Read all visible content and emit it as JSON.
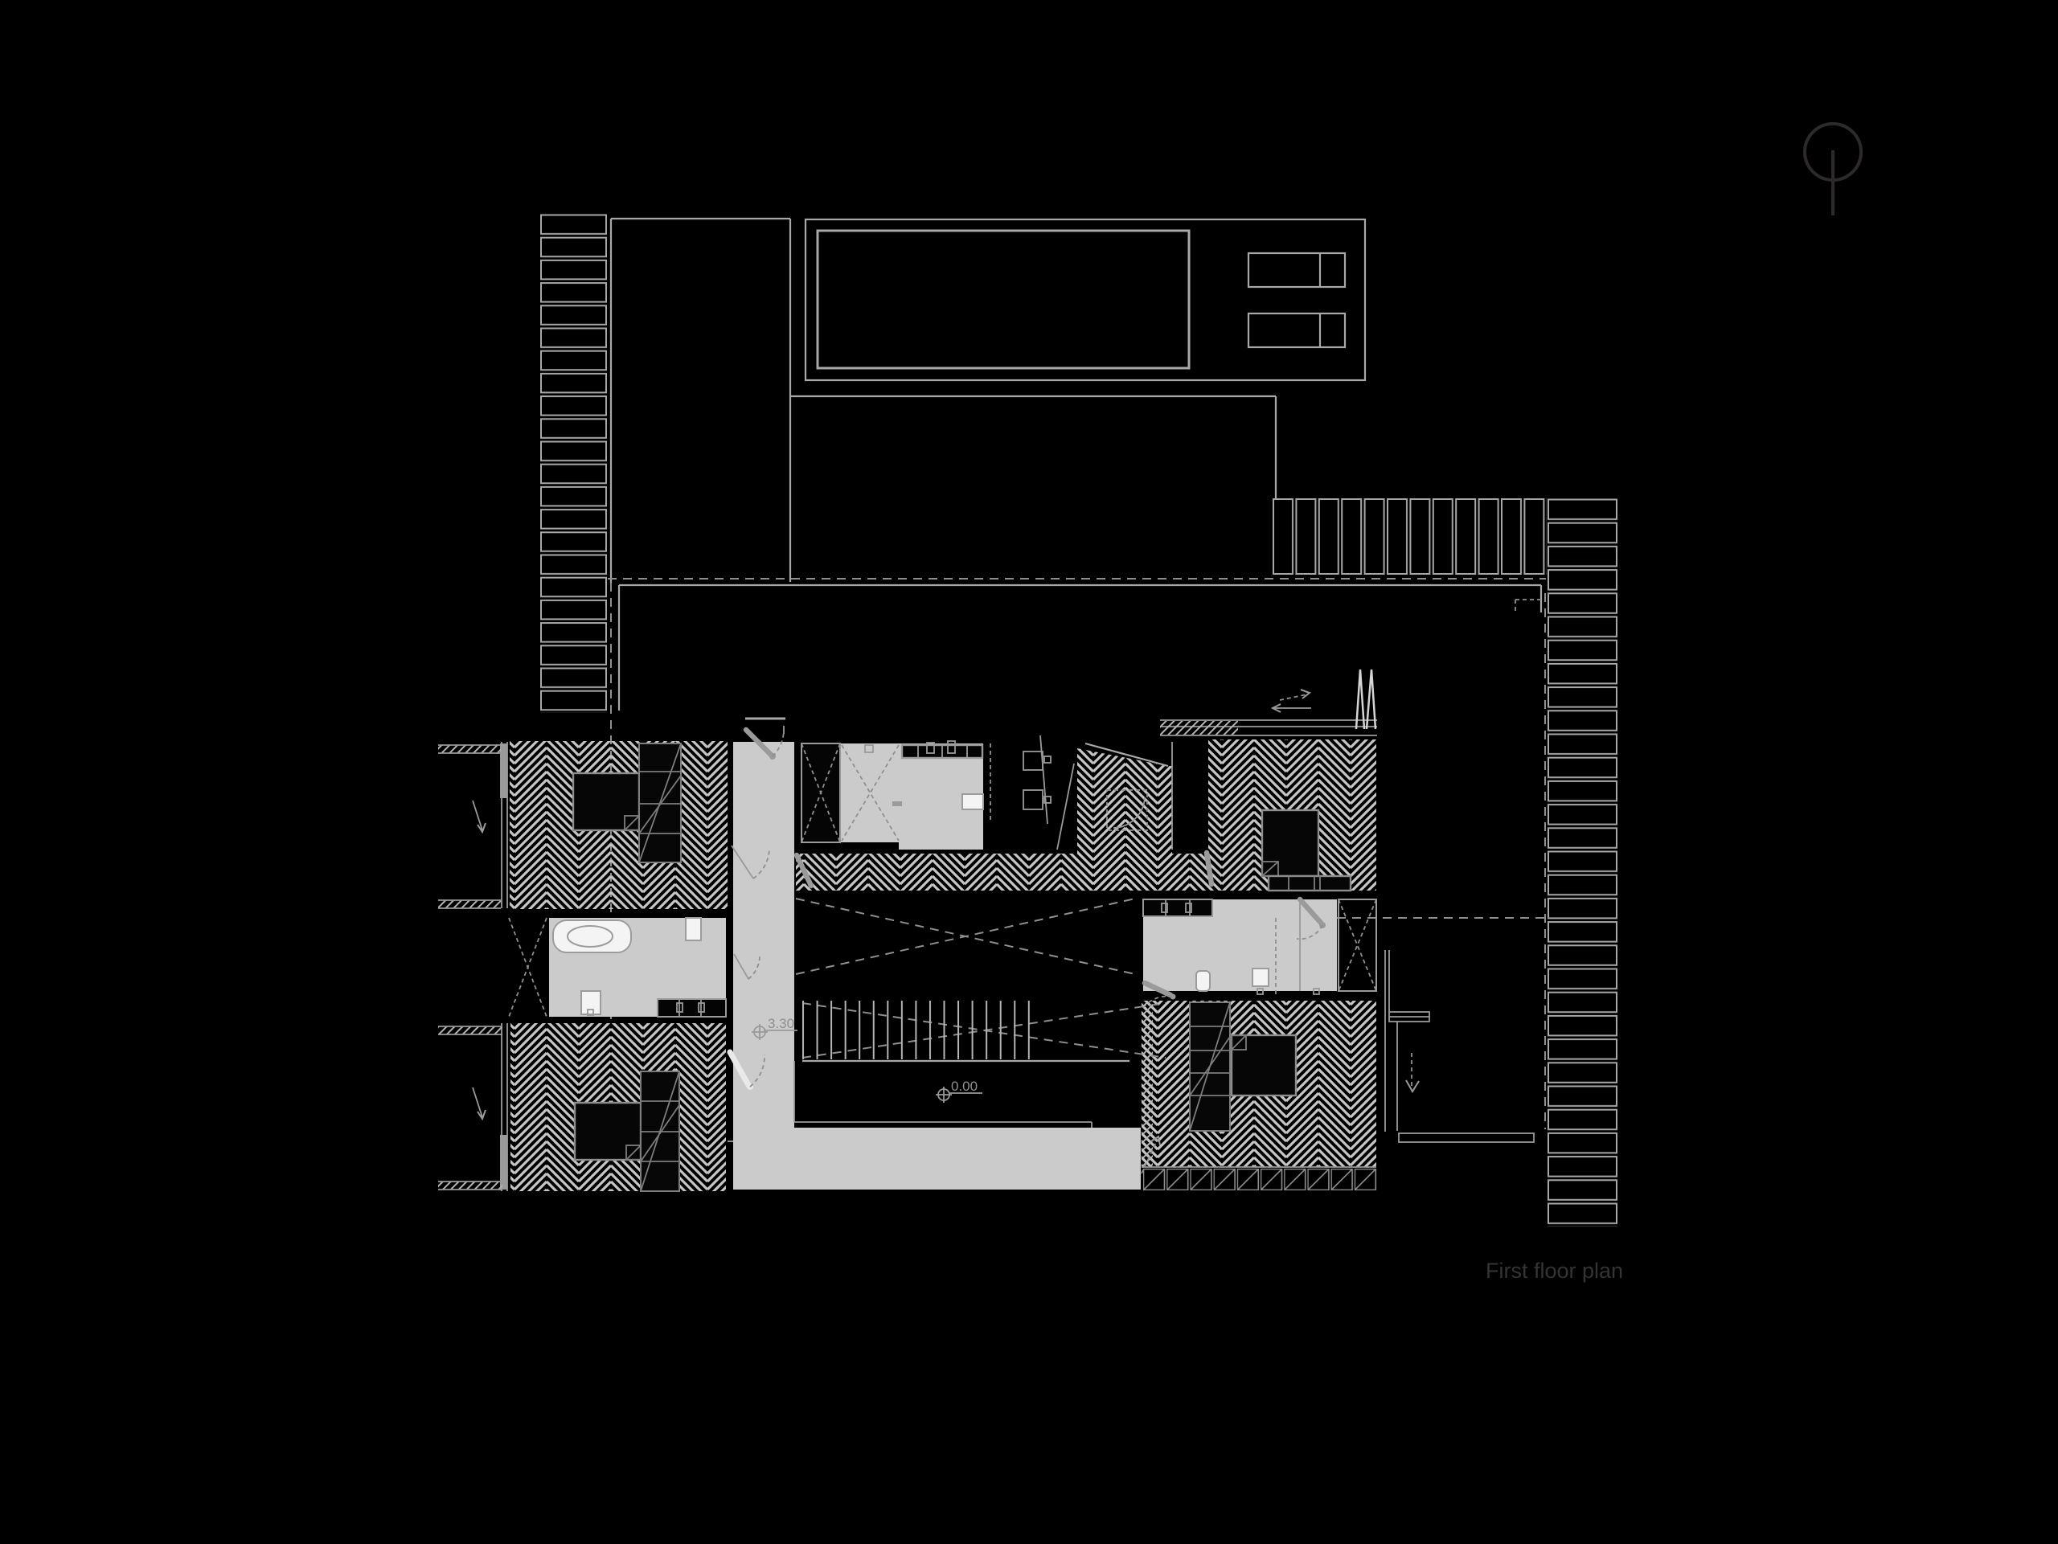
{
  "title": {
    "text": "First floor plan"
  },
  "annotations": {
    "level_upper": "3.30",
    "level_ground": "0.00"
  },
  "icons": {
    "tree_icon": "tree-plan-symbol",
    "gate_icon": "double-chevron-gate-symbol",
    "level_icon": "crosshair-level-marker"
  },
  "colors": {
    "background": "#000000",
    "linework": "#a8a8a8",
    "herringbone": "#c6c6c6",
    "floor_gray": "#cbcbcb",
    "fixture_white": "#f4f4f4",
    "dashed": "#8f8f8f",
    "annotation_text": "#8f8f8f",
    "title_text": "#343434",
    "tree": "#2e2a2a"
  }
}
